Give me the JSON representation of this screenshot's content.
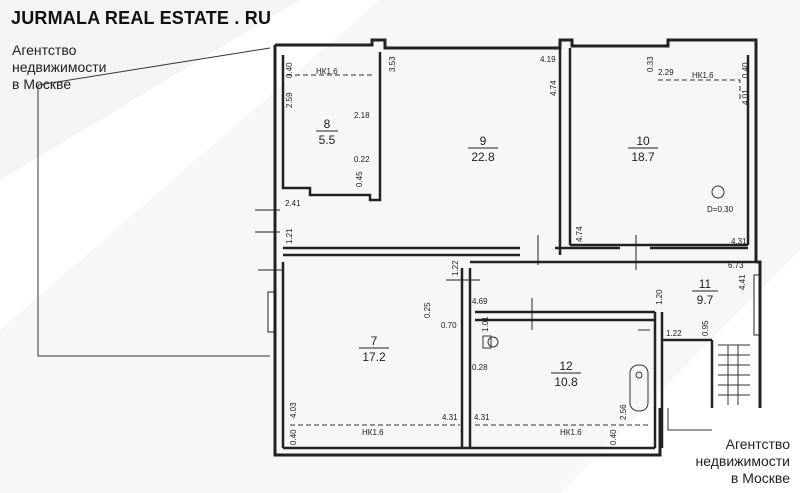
{
  "header": {
    "title": "JURMALA REAL ESTATE . RU"
  },
  "watermark": {
    "lines": [
      "Агентство",
      "недвижимости",
      "в Москве"
    ]
  },
  "rooms": [
    {
      "id": "8",
      "area": "5.5"
    },
    {
      "id": "9",
      "area": "22.8"
    },
    {
      "id": "10",
      "area": "18.7"
    },
    {
      "id": "7",
      "area": "17.2"
    },
    {
      "id": "11",
      "area": "9.7"
    },
    {
      "id": "12",
      "area": "10.8"
    }
  ],
  "dims": {
    "r8_top_left": "0.40",
    "r8_nk": "НК1.6",
    "r8_left": "2.59",
    "r8_right": "2.18",
    "r8_b1": "0.22",
    "r8_b2": "0.45",
    "r9_top_left": "3.53",
    "r9_top_right": "4.19",
    "r9_right": "4.74",
    "r10_top_left": "0.33",
    "r10_w": "2.29",
    "r10_nk": "НК1.6",
    "r10_top_right": "0.40",
    "r10_right": "4.01",
    "r10_left": "4.74",
    "r10_bottom": "4.31",
    "r10_circle": "D=0.30",
    "corr_241": "2.41",
    "corr_121": "1.21",
    "corr_122": "1.22",
    "corr_469": "4.69",
    "corr_025": "0.25",
    "corr_070": "0.70",
    "corr_101": "1.01",
    "corr_028": "0.28",
    "corr_120": "1.20",
    "corr_122b": "1.22",
    "corr_095": "0.95",
    "r11_673": "6.73",
    "r11_441": "4.41",
    "r7_left": "4.03",
    "r7_bottom": "4.31",
    "r7_040": "0.40",
    "r7_nk": "НК1.6",
    "r12_left": "4.31",
    "r12_256": "2.56",
    "r12_040": "0.40",
    "r12_nk": "НК1.6"
  }
}
